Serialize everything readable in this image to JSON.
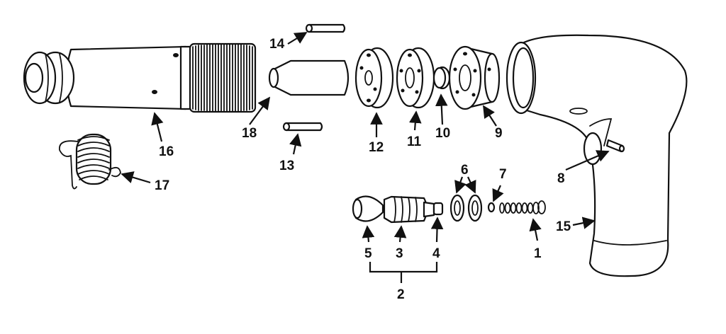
{
  "callouts": {
    "c1": "1",
    "c2": "2",
    "c3": "3",
    "c4": "4",
    "c5": "5",
    "c6": "6",
    "c7": "7",
    "c8": "8",
    "c9": "9",
    "c10": "10",
    "c11": "11",
    "c12": "12",
    "c13": "13",
    "c14": "14",
    "c15": "15",
    "c16": "16",
    "c17": "17",
    "c18": "18"
  },
  "style": {
    "line_color": "#111111",
    "background": "#ffffff"
  }
}
